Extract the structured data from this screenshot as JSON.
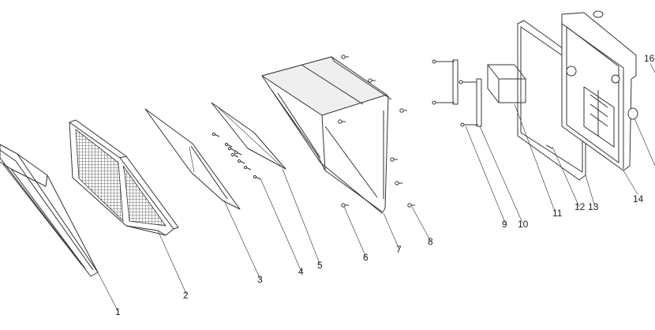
{
  "diagram": {
    "type": "exploded-parts-view",
    "callouts": [
      {
        "id": "1",
        "label": "1"
      },
      {
        "id": "2",
        "label": "2"
      },
      {
        "id": "3",
        "label": "3"
      },
      {
        "id": "4",
        "label": "4"
      },
      {
        "id": "5",
        "label": "5"
      },
      {
        "id": "6",
        "label": "6"
      },
      {
        "id": "7",
        "label": "7"
      },
      {
        "id": "8",
        "label": "8"
      },
      {
        "id": "9",
        "label": "9"
      },
      {
        "id": "10",
        "label": "10"
      },
      {
        "id": "11",
        "label": "11"
      },
      {
        "id": "12",
        "label": "12"
      },
      {
        "id": "13",
        "label": "13"
      },
      {
        "id": "14",
        "label": "14"
      },
      {
        "id": "16",
        "label": "16"
      }
    ]
  }
}
